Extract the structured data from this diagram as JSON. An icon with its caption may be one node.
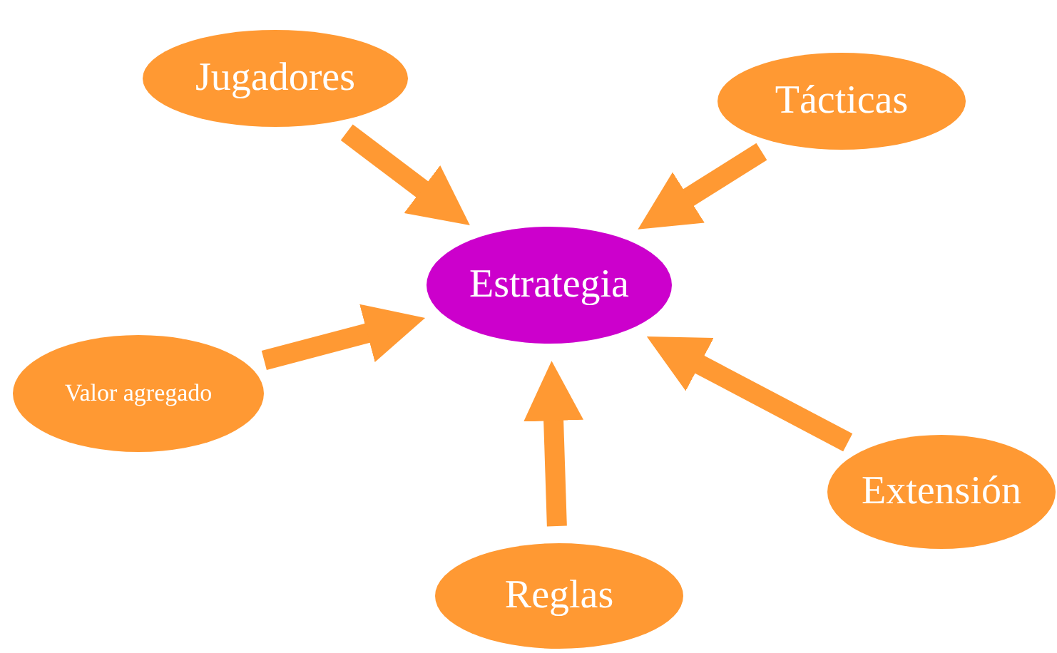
{
  "diagram": {
    "nodes": [
      {
        "text": [
          "Jugadores"
        ]
      },
      {
        "text": [
          "Tácticas"
        ]
      },
      {
        "text": [
          "Estrategia"
        ]
      },
      {
        "text": [
          "Valor agregado"
        ]
      },
      {
        "text": [
          "Extensión"
        ]
      },
      {
        "text": [
          "Reglas"
        ]
      }
    ],
    "edges": [
      {
        "from": 0,
        "to": 2,
        "arrow": "to"
      },
      {
        "from": 1,
        "to": 2,
        "arrow": "to"
      },
      {
        "from": 3,
        "to": 2,
        "arrow": "to"
      },
      {
        "from": 4,
        "to": 2,
        "arrow": "to"
      },
      {
        "from": 5,
        "to": 2,
        "arrow": "to"
      }
    ]
  }
}
